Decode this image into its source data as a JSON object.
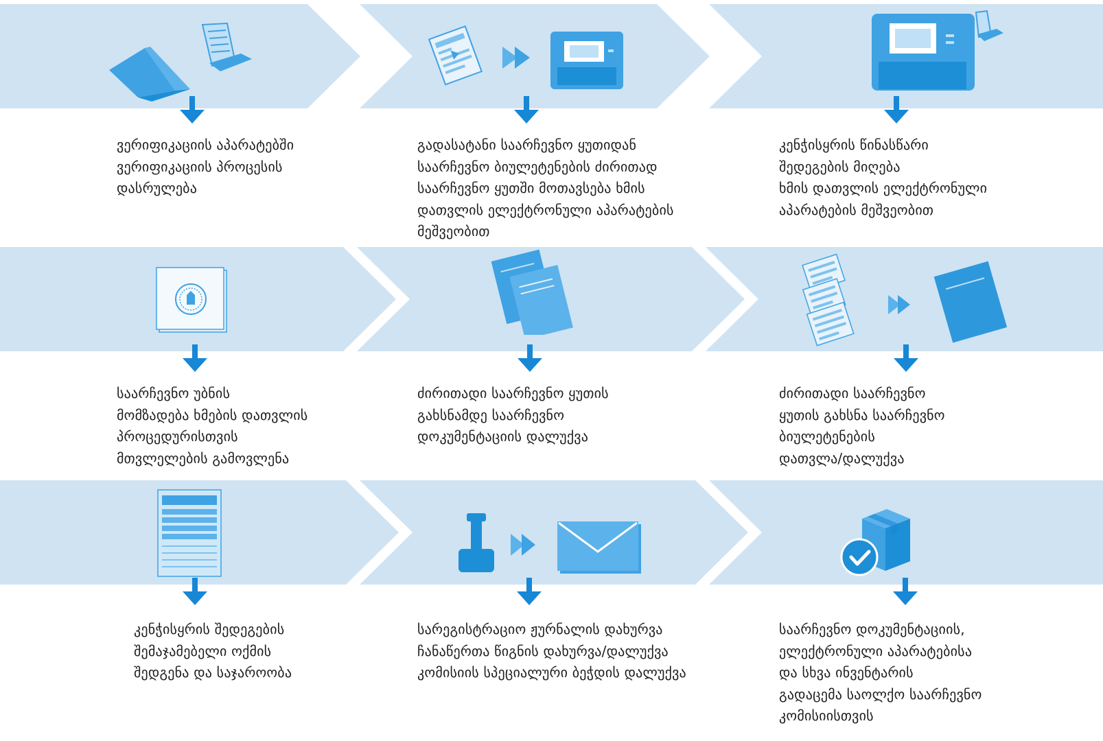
{
  "colors": {
    "band": "#cfe3f3",
    "icon": "#3fa2e3",
    "icon_dark": "#1d8fd6",
    "arrow": "#1787d6"
  },
  "rows": [
    {
      "steps": [
        {
          "icon": "verification-device-icon",
          "lines": [
            "ვერიფიკაციის აპარატებში",
            "ვერიფიკაციის პროცესის",
            "დასრულება"
          ]
        },
        {
          "icon": "ballot-transfer-scanner-icon",
          "lines": [
            "გადასატანი საარჩევნო ყუთიდან",
            "საარჩევნო ბიულეტენების ძირითად",
            "საარჩევნო ყუთში მოთავსება ხმის",
            "დათვლის ელექტრონული აპარატების",
            "მეშვეობით"
          ]
        },
        {
          "icon": "counting-machine-receipt-icon",
          "lines": [
            "კენჭისყრის წინასწარი",
            "შედეგების მიღება",
            "ხმის დათვლის ელექტრონული",
            "აპარატების მეშვეობით"
          ]
        }
      ]
    },
    {
      "steps": [
        {
          "icon": "sealed-document-icon",
          "lines": [
            "საარჩევნო უბნის",
            "მომზადება ხმების დათვლის",
            "პროცედურისთვის",
            "მთვლელების გამოვლენა"
          ]
        },
        {
          "icon": "document-stack-icon",
          "lines": [
            "ძირითადი საარჩევნო ყუთის",
            "გახსნამდე საარჩევნო",
            "დოკუმენტაციის დალუქვა"
          ]
        },
        {
          "icon": "ballots-to-package-icon",
          "lines": [
            "ძირითადი საარჩევნო",
            "ყუთის გახსნა საარჩევნო",
            "ბიულეტენების",
            "დათვლა/დალუქვა"
          ]
        }
      ]
    },
    {
      "steps": [
        {
          "icon": "summary-protocol-icon",
          "lines": [
            "კენჭისყრის შედეგების",
            "შემაჯამებელი ოქმის",
            "შედგენა და საჯაროობა"
          ]
        },
        {
          "icon": "stamp-to-envelope-icon",
          "lines": [
            "სარეგისტრაციო ჟურნალის დახურვა",
            "ჩანაწერთა წიგნის დახურვა/დალუქვა",
            "კომისიის სპეციალური ბეჭდის დალუქვა"
          ]
        },
        {
          "icon": "approved-box-icon",
          "lines": [
            "საარჩევნო დოკუმენტაციის,",
            "ელექტრონული აპარატებისა",
            "და სხვა ინვენტარის",
            "გადაცემა საოლქო საარჩევნო",
            "კომისიისთვის"
          ]
        }
      ]
    }
  ]
}
